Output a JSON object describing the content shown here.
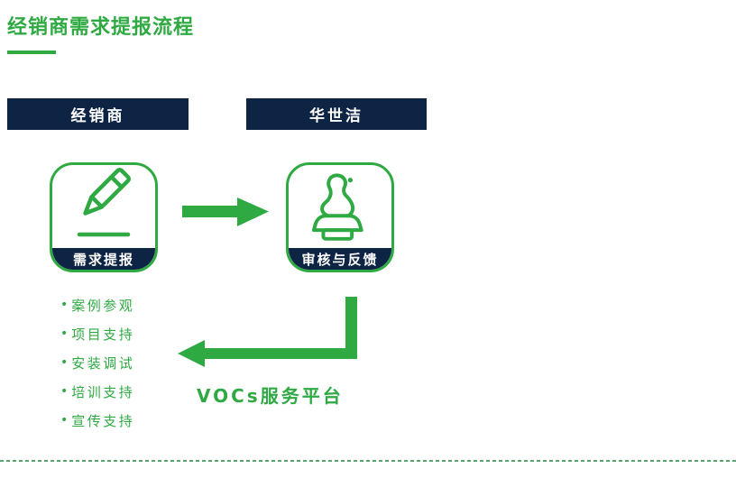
{
  "page": {
    "title": "经销商需求提报流程"
  },
  "colors": {
    "green": "#2faa43",
    "navy": "#0e2444",
    "divider_green": "#57a468",
    "text_white": "#ffffff"
  },
  "headers": [
    {
      "label": "经销商"
    },
    {
      "label": "华世洁"
    }
  ],
  "steps": [
    {
      "label": "需求提报",
      "icon": "pencil-icon"
    },
    {
      "label": "审核与反馈",
      "icon": "stamp-icon"
    }
  ],
  "flow": {
    "forward_arrow_icon": "arrow-right-icon",
    "return_arrow_icon": "arrow-return-left-icon"
  },
  "support_items": [
    "案例参观",
    "项目支持",
    "安装调试",
    "培训支持",
    "宣传支持"
  ],
  "platform_label": "VOCs服务平台"
}
